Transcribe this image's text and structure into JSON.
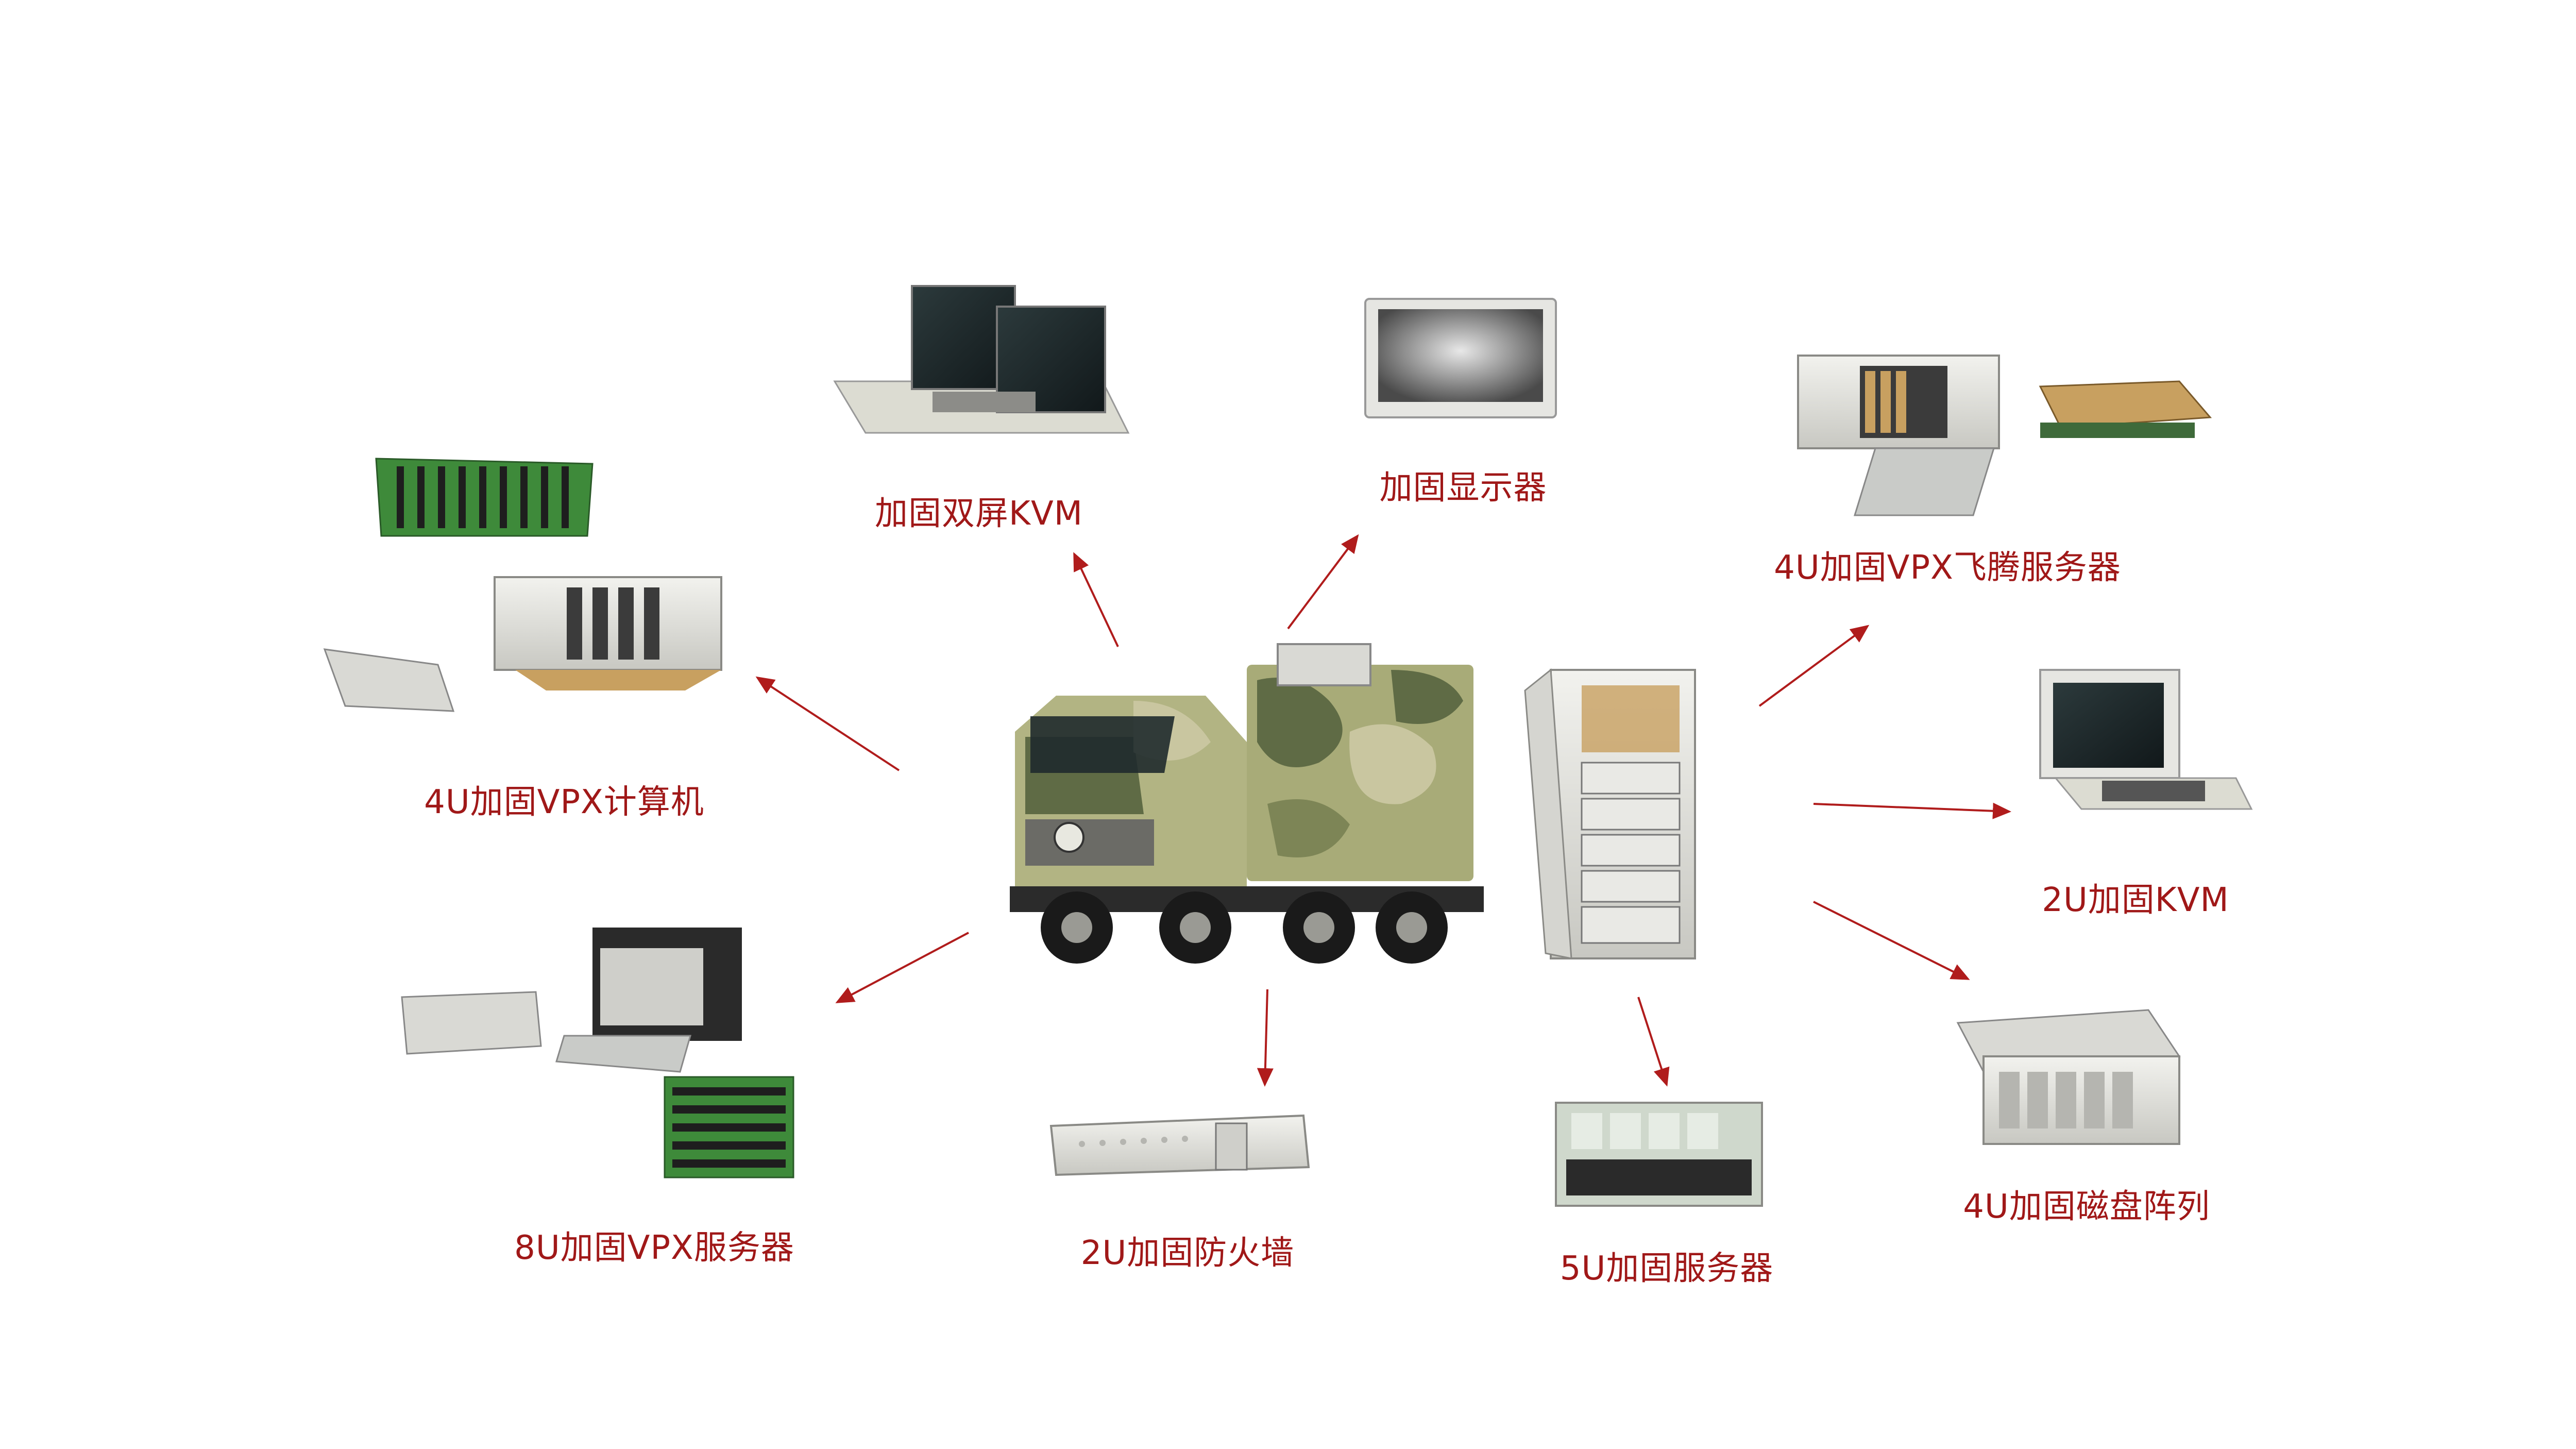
{
  "colors": {
    "arrow": "#b01c1c",
    "label": "#a01818",
    "camo_light": "#c9c6a0",
    "camo_mid": "#9aa06a",
    "camo_dark": "#5f6b45",
    "metal_light": "#e6e6e2",
    "metal_dark": "#8a8a86",
    "pcb_green": "#3e8a3a",
    "brass": "#c8a060"
  },
  "center": {
    "vehicle_icon": "camouflage-truck-icon",
    "cabinet_icon": "equipment-cabinet-icon"
  },
  "nodes": [
    {
      "id": "kvm-dual",
      "label": "加固双屏KVM",
      "icon": "dual-screen-kvm-icon"
    },
    {
      "id": "display",
      "label": "加固显示器",
      "icon": "display-icon"
    },
    {
      "id": "vpx-feiteng",
      "label": "4U加固VPX飞腾服务器",
      "icon": "vpx-server-icon"
    },
    {
      "id": "vpx-computer",
      "label": "4U加固VPX计算机",
      "icon": "vpx-computer-icon"
    },
    {
      "id": "kvm-2u",
      "label": "2U加固KVM",
      "icon": "kvm-icon"
    },
    {
      "id": "vpx-8u",
      "label": "8U加固VPX服务器",
      "icon": "vpx-8u-server-icon"
    },
    {
      "id": "firewall",
      "label": "2U加固防火墙",
      "icon": "firewall-icon"
    },
    {
      "id": "server-5u",
      "label": "5U加固服务器",
      "icon": "server-5u-icon"
    },
    {
      "id": "disk-array",
      "label": "4U加固磁盘阵列",
      "icon": "disk-array-icon"
    }
  ]
}
